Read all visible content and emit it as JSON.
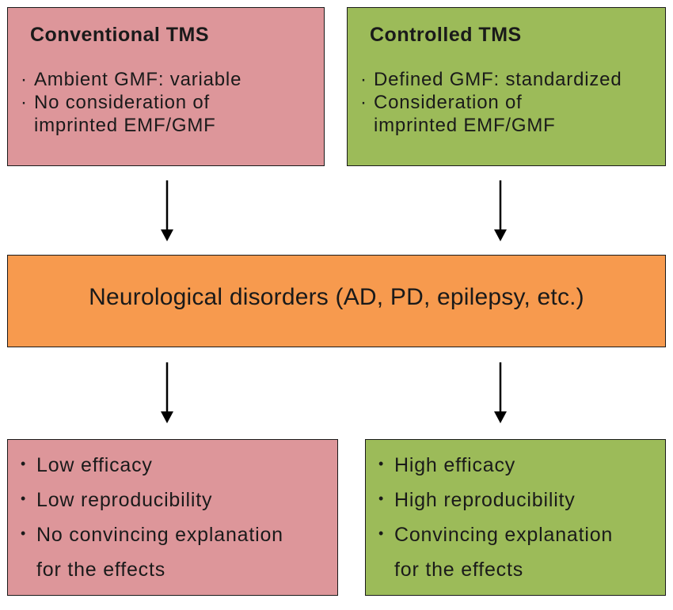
{
  "conventional": {
    "title": "Conventional TMS",
    "items": [
      "Ambient GMF: variable",
      "No consideration of",
      "imprinted EMF/GMF"
    ]
  },
  "controlled": {
    "title": "Controlled TMS",
    "items": [
      "Defined GMF: standardized",
      "Consideration of",
      "imprinted EMF/GMF"
    ]
  },
  "center": {
    "label": "Neurological disorders (AD, PD, epilepsy, etc.)"
  },
  "result_conventional": {
    "items": [
      "Low efficacy",
      "Low reproducibility",
      "No convincing explanation",
      "for the effects"
    ]
  },
  "result_controlled": {
    "items": [
      "High efficacy",
      "High reproducibility",
      "Convincing explanation",
      "for the effects"
    ]
  },
  "colors": {
    "conventional_fill": "#dd969a",
    "controlled_fill": "#9cbb59",
    "center_fill": "#f79a4e",
    "outline": "#1a1a1a"
  }
}
